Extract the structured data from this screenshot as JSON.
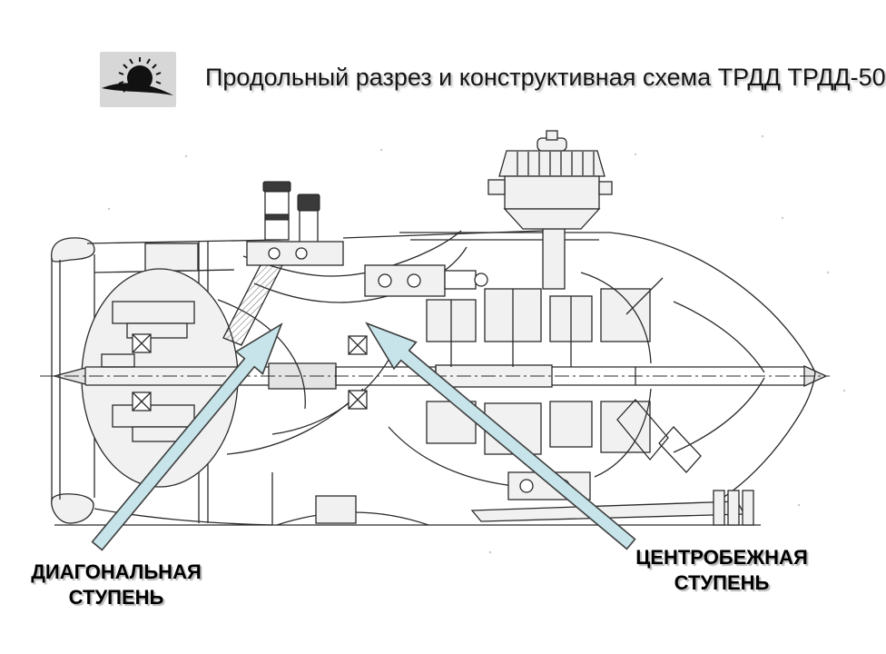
{
  "slide": {
    "title": "Продольный разрез и конструктивная схема ТРДД ТРДД-50"
  },
  "colors": {
    "arrow_fill": "#c6e4e9",
    "arrow_stroke": "#3e3e3e",
    "drawing_line": "#2b2b2b",
    "logo_background": "#d7d7d7"
  },
  "diagram": {
    "callouts": [
      {
        "line1": "ДИАГОНАЛЬНАЯ",
        "line2": "СТУПЕНЬ"
      },
      {
        "line1": "ЦЕНТРОБЕЖНАЯ",
        "line2": "СТУПЕНЬ"
      }
    ]
  }
}
